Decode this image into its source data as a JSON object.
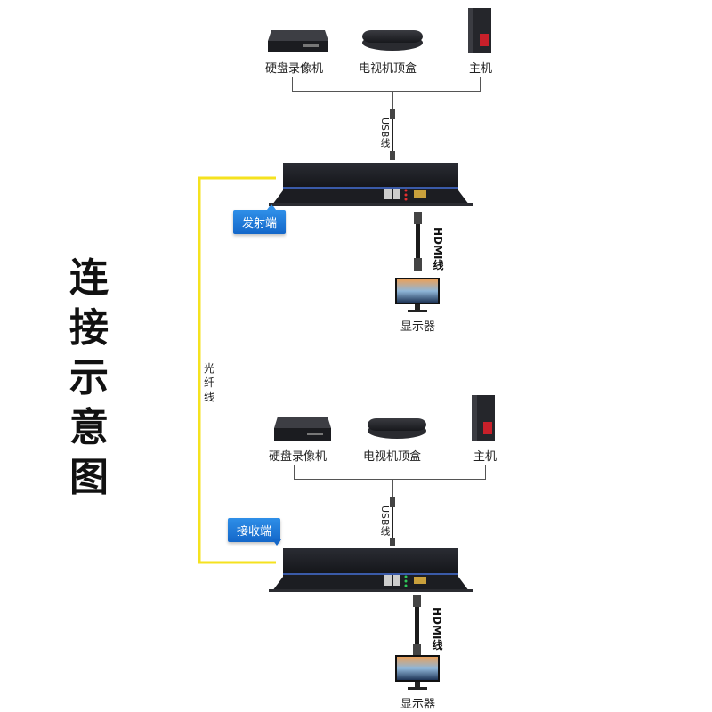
{
  "title": "连接示意图",
  "title_chars": [
    "连",
    "接",
    "示",
    "意",
    "图"
  ],
  "fiber": {
    "label": "光纤线",
    "chars": [
      "光",
      "纤",
      "线"
    ],
    "color": "#f5e21f"
  },
  "transmitter_group": {
    "devices": [
      {
        "label": "硬盘录像机",
        "icon": "dvr-icon"
      },
      {
        "label": "电视机顶盒",
        "icon": "set-top-box-icon"
      },
      {
        "label": "主机",
        "icon": "pc-tower-icon"
      }
    ],
    "usb_cable_label": "USB线",
    "extender_badge": "发射端",
    "hdmi_cable_label": "HDMI线",
    "monitor_label": "显示器"
  },
  "receiver_group": {
    "devices": [
      {
        "label": "硬盘录像机",
        "icon": "dvr-icon"
      },
      {
        "label": "电视机顶盒",
        "icon": "set-top-box-icon"
      },
      {
        "label": "主机",
        "icon": "pc-tower-icon"
      }
    ],
    "usb_cable_label": "USB线",
    "extender_badge": "接收端",
    "hdmi_cable_label": "HDMI线",
    "monitor_label": "显示器"
  },
  "colors": {
    "badge_blue": "#1a73d6",
    "extender_body": "#1c1d22",
    "led_red": "#e53030",
    "led_green": "#2fc95a"
  }
}
